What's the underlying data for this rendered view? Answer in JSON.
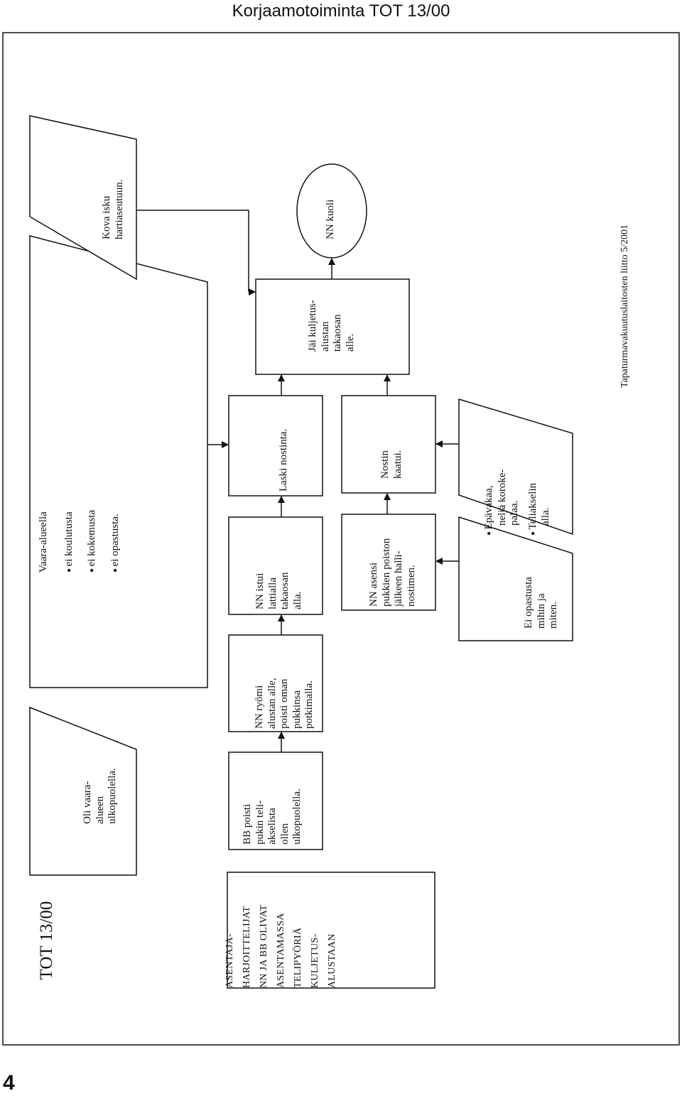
{
  "header": {
    "title": "Korjaamotoiminta TOT 13/00"
  },
  "page_number": "4",
  "footnote": "Tapaturmavakuutuslaitosten liitto 5/2001",
  "tot_label": "TOT 13/00",
  "boxes": {
    "situation": [
      "ASENTAJA-",
      "HARJOITTELIJAT",
      "NN JA BB OLIVAT",
      "ASENTAMASSA",
      "TELIPYÖRIÄ",
      "KULJETUS-",
      "ALUSTAAN"
    ],
    "oli_vaara_alueen": [
      "Oli vaara-",
      "alueen",
      "ulkopuolella."
    ],
    "vaara_alueella": {
      "title": "Vaara-alueella",
      "bullets": [
        "ei koulutusta",
        "ei kokemusta",
        "ei opastusta."
      ]
    },
    "kova_isku": [
      "Kova isku",
      "hartiaseutuun."
    ],
    "bb_poisti": [
      "BB poisti",
      "pukin teli-",
      "akselista",
      "ollen",
      "ulkopuolella."
    ],
    "nn_ryomi": [
      "NN ryömi",
      "alustan alle,",
      "poisti oman",
      "pukkinsa",
      "potkimalla."
    ],
    "nn_istui": [
      "NN istui",
      "lattialla",
      "takaosan",
      "alla."
    ],
    "laski_nostinta": [
      "Laski nostinta."
    ],
    "jai_kuljetus": [
      "Jäi kuljetus-",
      "alustan",
      "takaosan",
      "alle."
    ],
    "nn_kuoli": [
      "NN kuoli"
    ],
    "nn_asensi": [
      "NN asensi",
      "pukkien poiston",
      "jälkeen halli-",
      "nostimen."
    ],
    "nostin_kaatui": [
      "Nostin",
      "kaatui."
    ],
    "ei_opastusta": [
      "Ei opastusta",
      "mihin ja",
      "miten."
    ],
    "epavakaa": {
      "bullets": [
        [
          "Epävakaa,",
          "neljä koroke-",
          "palaa."
        ],
        [
          "Teliakselin",
          "alla."
        ]
      ]
    }
  }
}
